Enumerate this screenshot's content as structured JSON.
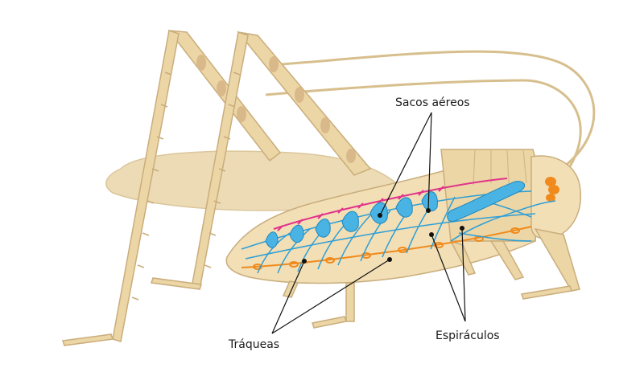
{
  "labels": {
    "air_sacs": "Sacos aéreos",
    "tracheae": "Tráqueas",
    "spiracles": "Espiráculos"
  },
  "colors": {
    "body": "#f2dfb6",
    "body_dark": "#e6cc98",
    "outline": "#c9ad7c",
    "wing": "#ecd8ad",
    "tracheae": "#2f9fd6",
    "air_sacs": "#49b4e3",
    "nerve_cord": "#f08a1c",
    "dorsal_vessel": "#e0338a",
    "leader": "#111111"
  },
  "icons": {
    "brain": "orange-ganglion-icon"
  }
}
